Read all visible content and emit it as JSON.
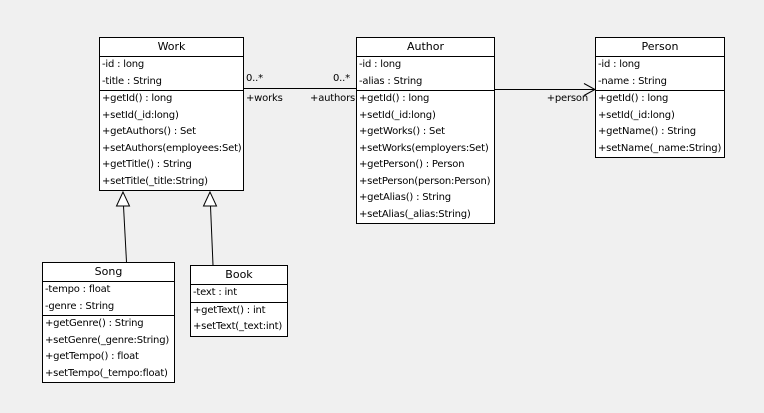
{
  "diagram": {
    "type": "uml-class-diagram",
    "background_color": "#f0f0f0",
    "box_fill_color": "#ffffff",
    "line_color": "#000000"
  },
  "classes": {
    "work": {
      "name": "Work",
      "attributes": [
        "-id : long",
        "-title : String"
      ],
      "methods": [
        "+getId() : long",
        "+setId(_id:long)",
        "+getAuthors() : Set",
        "+setAuthors(employees:Set)",
        "+getTitle() : String",
        "+setTitle(_title:String)"
      ]
    },
    "author": {
      "name": "Author",
      "attributes": [
        "-id : long",
        "-alias : String"
      ],
      "methods": [
        "+getId() : long",
        "+setId(_id:long)",
        "+getWorks() : Set",
        "+setWorks(employers:Set)",
        "+getPerson() : Person",
        "+setPerson(person:Person)",
        "+getAlias() : String",
        "+setAlias(_alias:String)"
      ]
    },
    "person": {
      "name": "Person",
      "attributes": [
        "-id : long",
        "-name : String"
      ],
      "methods": [
        "+getId() : long",
        "+setId(_id:long)",
        "+getName() : String",
        "+setName(_name:String)"
      ]
    },
    "song": {
      "name": "Song",
      "attributes": [
        "-tempo : float",
        "-genre : String"
      ],
      "methods": [
        "+getGenre() : String",
        "+setGenre(_genre:String)",
        "+getTempo() : float",
        "+setTempo(_tempo:float)"
      ]
    },
    "book": {
      "name": "Book",
      "attributes": [
        "-text : int"
      ],
      "methods": [
        "+getText() : int",
        "+setText(_text:int)"
      ]
    }
  },
  "edges": {
    "work_author": {
      "multiplicity_work_end": "0..*",
      "multiplicity_author_end": "0..*",
      "role_work_end": "+works",
      "role_author_end": "+authors"
    },
    "author_person": {
      "role_person_end": "+person"
    }
  }
}
